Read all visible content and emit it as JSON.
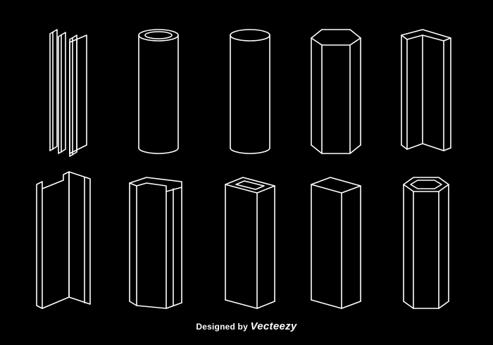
{
  "credit": {
    "prefix": "Designed by",
    "brand": "Vecteezy"
  },
  "style": {
    "background": "#000000",
    "stroke": "#ffffff"
  },
  "shapes": [
    {
      "name": "channel-beam-top-icon",
      "kind": "i-beam-top"
    },
    {
      "name": "round-tube-icon",
      "kind": "tube"
    },
    {
      "name": "round-bar-icon",
      "kind": "cylinder"
    },
    {
      "name": "hexagonal-bar-icon",
      "kind": "hex-bar"
    },
    {
      "name": "angle-beam-icon",
      "kind": "angle"
    },
    {
      "name": "h-beam-icon",
      "kind": "h-beam"
    },
    {
      "name": "u-channel-icon",
      "kind": "channel"
    },
    {
      "name": "square-tube-icon",
      "kind": "square-tube"
    },
    {
      "name": "square-bar-icon",
      "kind": "square-bar"
    },
    {
      "name": "hexagonal-tube-icon",
      "kind": "hex-tube"
    }
  ]
}
